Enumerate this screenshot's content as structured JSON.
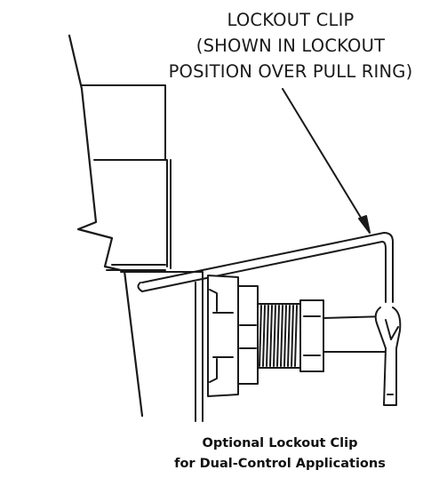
{
  "callout": {
    "line1": "LOCKOUT CLIP",
    "line2": "(SHOWN IN LOCKOUT",
    "line3": "POSITION OVER PULL RING)"
  },
  "caption": {
    "line1": "Optional Lockout Clip",
    "line2": "for Dual-Control Applications"
  },
  "colors": {
    "line": "#1a1a1a",
    "fill": "#ffffff"
  }
}
